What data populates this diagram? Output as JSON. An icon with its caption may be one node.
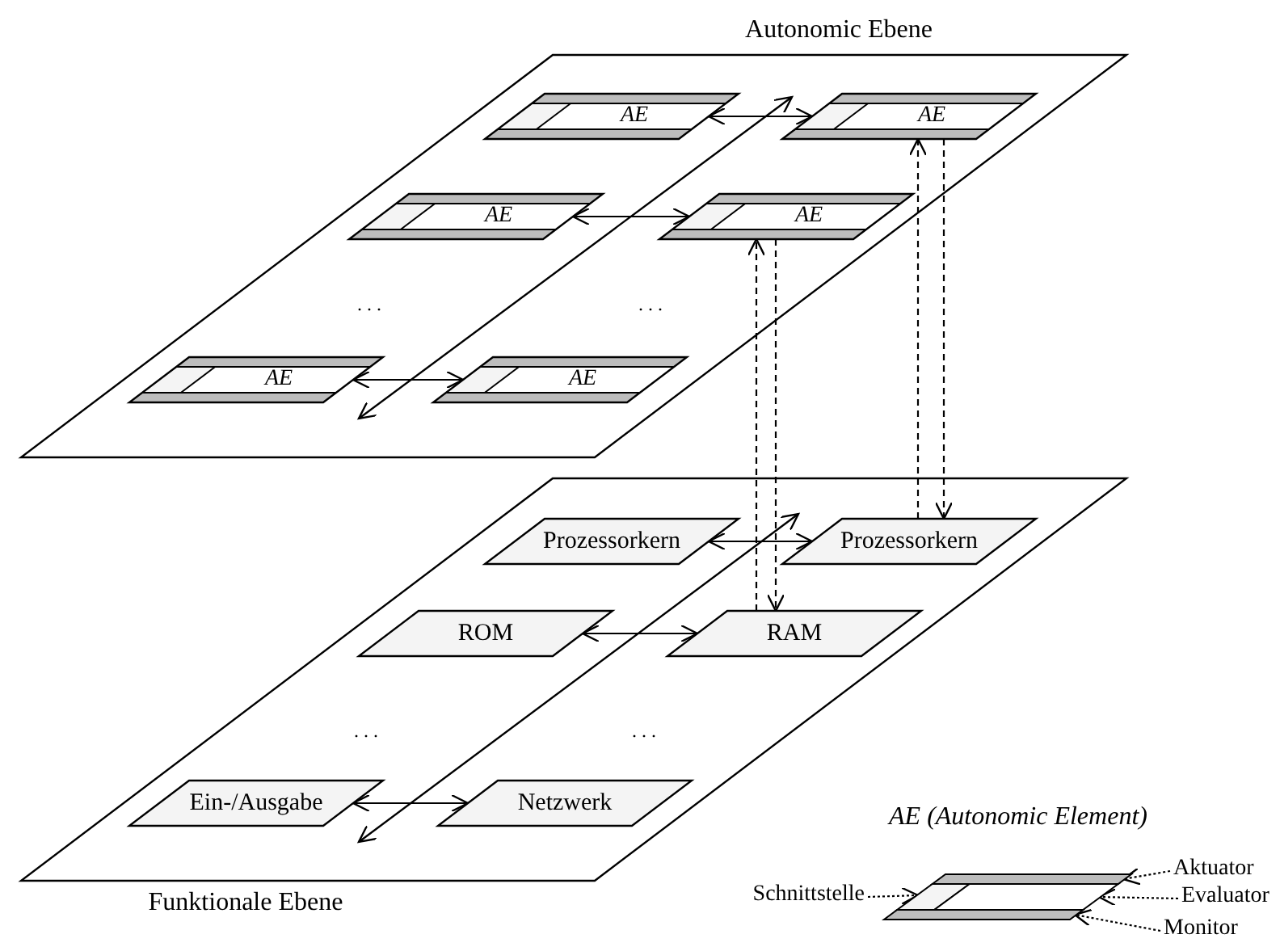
{
  "diagram": {
    "nodes": [
      {
        "text": [
          "Autonomic Ebene"
        ]
      },
      {
        "text": [
          "AE"
        ],
        "in": 0
      },
      {
        "text": [
          "AE"
        ],
        "in": 0
      },
      {
        "text": [
          "AE"
        ],
        "in": 0
      },
      {
        "text": [
          "AE"
        ],
        "in": 0
      },
      {
        "text": [
          "AE"
        ],
        "in": 0
      },
      {
        "text": [
          "AE"
        ],
        "in": 0
      },
      {
        "text": [
          "Funktionale Ebene"
        ]
      },
      {
        "text": [
          "Prozessorkern"
        ],
        "in": 7
      },
      {
        "text": [
          "Prozessorkern"
        ],
        "in": 7
      },
      {
        "text": [
          "ROM"
        ],
        "in": 7
      },
      {
        "text": [
          "RAM"
        ],
        "in": 7
      },
      {
        "text": [
          "Ein-/Ausgabe"
        ],
        "in": 7
      },
      {
        "text": [
          "Netzwerk"
        ],
        "in": 7
      },
      {
        "text": [
          "Schnittstelle"
        ]
      },
      {
        "text": [],
        "shape": "box"
      },
      {
        "text": [
          "Aktuator"
        ]
      },
      {
        "text": [],
        "shape": "bar"
      },
      {
        "text": [
          "Evaluator"
        ]
      },
      {
        "text": [],
        "shape": "box"
      },
      {
        "text": [
          "Monitor"
        ]
      },
      {
        "text": [],
        "shape": "bar"
      }
    ],
    "edges": [
      {
        "from": 1,
        "to": 2,
        "arrow": "both"
      },
      {
        "from": 3,
        "to": 4,
        "arrow": "both"
      },
      {
        "from": 5,
        "to": 6,
        "arrow": "both"
      },
      {
        "from": 8,
        "to": 9,
        "arrow": "both"
      },
      {
        "from": 10,
        "to": 11,
        "arrow": "both"
      },
      {
        "from": 12,
        "to": 13,
        "arrow": "both"
      },
      {
        "from": 9,
        "to": 2,
        "arrow": "to",
        "style": "dashed"
      },
      {
        "from": 2,
        "to": 9,
        "arrow": "to",
        "style": "dashed"
      },
      {
        "from": 11,
        "to": 4,
        "arrow": "to",
        "style": "dashed"
      },
      {
        "from": 4,
        "to": 11,
        "arrow": "to",
        "style": "dashed"
      },
      {
        "from": 14,
        "to": 15,
        "arrow": "to",
        "style": "dashed"
      },
      {
        "from": 16,
        "to": 17,
        "arrow": "to",
        "style": "dashed"
      },
      {
        "from": 18,
        "to": 19,
        "arrow": "to",
        "style": "dashed"
      },
      {
        "from": 20,
        "to": 21,
        "arrow": "to",
        "style": "dashed"
      }
    ],
    "labels": [
      "...",
      "...",
      "...",
      "...",
      "AE (Autonomic Element)"
    ]
  }
}
